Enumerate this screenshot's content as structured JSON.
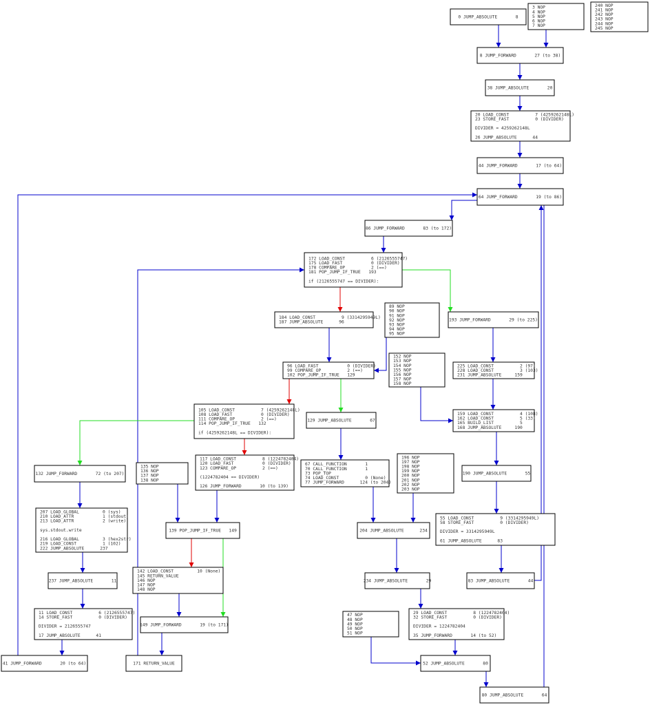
{
  "colors": {
    "jump": "#0000cc",
    "false_branch": "#e00000",
    "true_branch": "#22dd22",
    "box_border": "#000000",
    "text": "#333333"
  },
  "nodes": [
    {
      "id": "n0",
      "lines": [
        "0 JUMP_ABSOLUTE       8"
      ]
    },
    {
      "id": "n3",
      "lines": [
        "3 NOP",
        "4 NOP",
        "5 NOP",
        "6 NOP",
        "7 NOP"
      ]
    },
    {
      "id": "n240",
      "lines": [
        "240 NOP",
        "241 NOP",
        "242 NOP",
        "243 NOP",
        "244 NOP",
        "245 NOP"
      ]
    },
    {
      "id": "n8",
      "lines": [
        "8 JUMP_FORWARD       27 (to 38)"
      ]
    },
    {
      "id": "n38",
      "lines": [
        "38 JUMP_ABSOLUTE       20"
      ]
    },
    {
      "id": "n20",
      "lines": [
        "20 LOAD_CONST          7 (4259262148L)",
        "23 STORE_FAST          0 (DIVIDER)",
        "",
        "DIVIDER = 4259262148L",
        "",
        "26 JUMP_ABSOLUTE      44"
      ]
    },
    {
      "id": "n44",
      "lines": [
        "44 JUMP_FORWARD       17 (to 64)"
      ]
    },
    {
      "id": "n64",
      "lines": [
        "64 JUMP_FORWARD       19 (to 86)"
      ]
    },
    {
      "id": "n86",
      "lines": [
        "86 JUMP_FORWARD       83 (to 172)"
      ]
    },
    {
      "id": "n172",
      "lines": [
        "172 LOAD_CONST          6 (2126555747)",
        "175 LOAD_FAST           0 (DIVIDER)",
        "178 COMPARE_OP          2 (==)",
        "181 POP_JUMP_IF_TRUE   193",
        "",
        "if (2126555747 == DIVIDER):"
      ]
    },
    {
      "id": "n184",
      "lines": [
        "184 LOAD_CONST          9 (3314295949L)",
        "187 JUMP_ABSOLUTE      96"
      ]
    },
    {
      "id": "n89",
      "lines": [
        "89 NOP",
        "90 NOP",
        "91 NOP",
        "92 NOP",
        "93 NOP",
        "94 NOP",
        "95 NOP"
      ]
    },
    {
      "id": "n193",
      "lines": [
        "193 JUMP_FORWARD       29 (to 225)"
      ]
    },
    {
      "id": "n96",
      "lines": [
        "96 LOAD_FAST           0 (DIVIDER)",
        "99 COMPARE_OP          2 (==)",
        "102 POP_JUMP_IF_TRUE   129"
      ]
    },
    {
      "id": "n152",
      "lines": [
        "152 NOP",
        "153 NOP",
        "154 NOP",
        "155 NOP",
        "156 NOP",
        "157 NOP",
        "158 NOP"
      ]
    },
    {
      "id": "n225",
      "lines": [
        "225 LOAD_CONST          2 (97)",
        "228 LOAD_CONST          3 (103)",
        "231 JUMP_ABSOLUTE     159"
      ]
    },
    {
      "id": "n105",
      "lines": [
        "105 LOAD_CONST          7 (4259262148L)",
        "108 LOAD_FAST           0 (DIVIDER)",
        "111 COMPARE_OP          2 (==)",
        "114 POP_JUMP_IF_TRUE   132",
        "",
        "if (4259262148L == DIVIDER):"
      ]
    },
    {
      "id": "n129",
      "lines": [
        "129 JUMP_ABSOLUTE       67"
      ]
    },
    {
      "id": "n159",
      "lines": [
        "159 LOAD_CONST          4 (108)",
        "162 LOAD_CONST          5 (33)",
        "165 BUILD_LIST          5",
        "168 JUMP_ABSOLUTE     190"
      ]
    },
    {
      "id": "n132",
      "lines": [
        "132 JUMP_FORWARD       72 (to 207)"
      ]
    },
    {
      "id": "n135",
      "lines": [
        "135 NOP",
        "136 NOP",
        "137 NOP",
        "138 NOP"
      ]
    },
    {
      "id": "n117",
      "lines": [
        "117 LOAD_CONST          8 (1224782404)",
        "120 LOAD_FAST           0 (DIVIDER)",
        "123 COMPARE_OP          2 (==)",
        "",
        "(1224782404 == DIVIDER)",
        "",
        "126 JUMP_FORWARD       10 (to 139)"
      ]
    },
    {
      "id": "n67",
      "lines": [
        "67 CALL_FUNCTION       1",
        "70 CALL_FUNCTION       1",
        "73 POP_TOP",
        "74 LOAD_CONST          0 (None)",
        "77 JUMP_FORWARD      124 (to 204)"
      ]
    },
    {
      "id": "n196",
      "lines": [
        "196 NOP",
        "197 NOP",
        "198 NOP",
        "199 NOP",
        "200 NOP",
        "201 NOP",
        "202 NOP",
        "203 NOP"
      ]
    },
    {
      "id": "n190",
      "lines": [
        "190 JUMP_ABSOLUTE       55"
      ]
    },
    {
      "id": "n207",
      "lines": [
        "207 LOAD_GLOBAL         0 (sys)",
        "210 LOAD_ATTR           1 (stdout)",
        "213 LOAD_ATTR           2 (write)",
        "",
        "sys.stdout.write",
        "",
        "216 LOAD_GLOBAL         3 (hex2str)",
        "219 LOAD_CONST          1 (102)",
        "222 JUMP_ABSOLUTE      237"
      ]
    },
    {
      "id": "n139",
      "lines": [
        "139 POP_JUMP_IF_TRUE   149"
      ]
    },
    {
      "id": "n204",
      "lines": [
        "204 JUMP_ABSOLUTE      234"
      ]
    },
    {
      "id": "n55",
      "lines": [
        "55 LOAD_CONST          9 (3314295949L)",
        "58 STORE_FAST          0 (DIVIDER)",
        "",
        "DIVIDER = 3314295949L",
        "",
        "61 JUMP_ABSOLUTE      83"
      ]
    },
    {
      "id": "n237",
      "lines": [
        "237 JUMP_ABSOLUTE       11"
      ]
    },
    {
      "id": "n142",
      "lines": [
        "142 LOAD_CONST         10 (None)",
        "145 RETURN_VALUE",
        "146 NOP",
        "147 NOP",
        "148 NOP"
      ]
    },
    {
      "id": "n234",
      "lines": [
        "234 JUMP_ABSOLUTE       29"
      ]
    },
    {
      "id": "n83",
      "lines": [
        "83 JUMP_ABSOLUTE       44"
      ]
    },
    {
      "id": "n11",
      "lines": [
        "11 LOAD_CONST          6 (2126555747)",
        "14 STORE_FAST          0 (DIVIDER)",
        "",
        "DIVIDER = 2126555747",
        "",
        "17 JUMP_ABSOLUTE      41"
      ]
    },
    {
      "id": "n149",
      "lines": [
        "149 JUMP_FORWARD       19 (to 171)"
      ]
    },
    {
      "id": "n47",
      "lines": [
        "47 NOP",
        "48 NOP",
        "49 NOP",
        "50 NOP",
        "51 NOP"
      ]
    },
    {
      "id": "n29",
      "lines": [
        "29 LOAD_CONST          8 (1224782404)",
        "32 STORE_FAST          0 (DIVIDER)",
        "",
        "DIVIDER = 1224782404",
        "",
        "35 JUMP_FORWARD       14 (to 52)"
      ]
    },
    {
      "id": "n41",
      "lines": [
        "41 JUMP_FORWARD       20 (to 64)"
      ]
    },
    {
      "id": "n171",
      "lines": [
        "171 RETURN_VALUE"
      ]
    },
    {
      "id": "n52",
      "lines": [
        "52 JUMP_ABSOLUTE       80"
      ]
    },
    {
      "id": "n80",
      "lines": [
        "80 JUMP_ABSOLUTE       64"
      ]
    }
  ],
  "edges": [
    {
      "from": "n0",
      "to": "n8",
      "kind": "jump"
    },
    {
      "from": "n3",
      "to": "n8",
      "kind": "jump"
    },
    {
      "from": "n8",
      "to": "n38",
      "kind": "jump"
    },
    {
      "from": "n38",
      "to": "n20",
      "kind": "jump"
    },
    {
      "from": "n20",
      "to": "n44",
      "kind": "jump"
    },
    {
      "from": "n44",
      "to": "n64",
      "kind": "jump"
    },
    {
      "from": "n41",
      "to": "n64",
      "kind": "jump"
    },
    {
      "from": "n64",
      "to": "n86",
      "kind": "jump"
    },
    {
      "from": "n86",
      "to": "n172",
      "kind": "jump"
    },
    {
      "from": "n171",
      "to": "n172",
      "kind": "jump"
    },
    {
      "from": "n172",
      "to": "n184",
      "kind": "false_branch"
    },
    {
      "from": "n172",
      "to": "n193",
      "kind": "true_branch"
    },
    {
      "from": "n184",
      "to": "n96",
      "kind": "jump"
    },
    {
      "from": "n89",
      "to": "n96",
      "kind": "jump"
    },
    {
      "from": "n193",
      "to": "n225",
      "kind": "jump"
    },
    {
      "from": "n96",
      "to": "n105",
      "kind": "false_branch"
    },
    {
      "from": "n96",
      "to": "n129",
      "kind": "true_branch"
    },
    {
      "from": "n225",
      "to": "n159",
      "kind": "jump"
    },
    {
      "from": "n152",
      "to": "n159",
      "kind": "jump"
    },
    {
      "from": "n105",
      "to": "n117",
      "kind": "false_branch"
    },
    {
      "from": "n105",
      "to": "n132",
      "kind": "true_branch"
    },
    {
      "from": "n129",
      "to": "n67",
      "kind": "jump"
    },
    {
      "from": "n159",
      "to": "n190",
      "kind": "jump"
    },
    {
      "from": "n132",
      "to": "n207",
      "kind": "jump"
    },
    {
      "from": "n135",
      "to": "n139",
      "kind": "jump"
    },
    {
      "from": "n117",
      "to": "n139",
      "kind": "jump"
    },
    {
      "from": "n67",
      "to": "n204",
      "kind": "jump"
    },
    {
      "from": "n196",
      "to": "n204",
      "kind": "jump"
    },
    {
      "from": "n190",
      "to": "n55",
      "kind": "jump"
    },
    {
      "from": "n207",
      "to": "n237",
      "kind": "jump"
    },
    {
      "from": "n139",
      "to": "n142",
      "kind": "false_branch"
    },
    {
      "from": "n139",
      "to": "n149",
      "kind": "true_branch"
    },
    {
      "from": "n204",
      "to": "n234",
      "kind": "jump"
    },
    {
      "from": "n55",
      "to": "n83",
      "kind": "jump"
    },
    {
      "from": "n83",
      "to": "n64",
      "kind": "jump"
    },
    {
      "from": "n237",
      "to": "n11",
      "kind": "jump"
    },
    {
      "from": "n142",
      "to": "n149",
      "kind": "jump"
    },
    {
      "from": "n234",
      "to": "n29",
      "kind": "jump"
    },
    {
      "from": "n11",
      "to": "n41",
      "kind": "jump"
    },
    {
      "from": "n149",
      "to": "n171",
      "kind": "jump"
    },
    {
      "from": "n29",
      "to": "n52",
      "kind": "jump"
    },
    {
      "from": "n47",
      "to": "n52",
      "kind": "jump"
    },
    {
      "from": "n52",
      "to": "n80",
      "kind": "jump"
    },
    {
      "from": "n80",
      "to": "n64",
      "kind": "jump"
    }
  ]
}
